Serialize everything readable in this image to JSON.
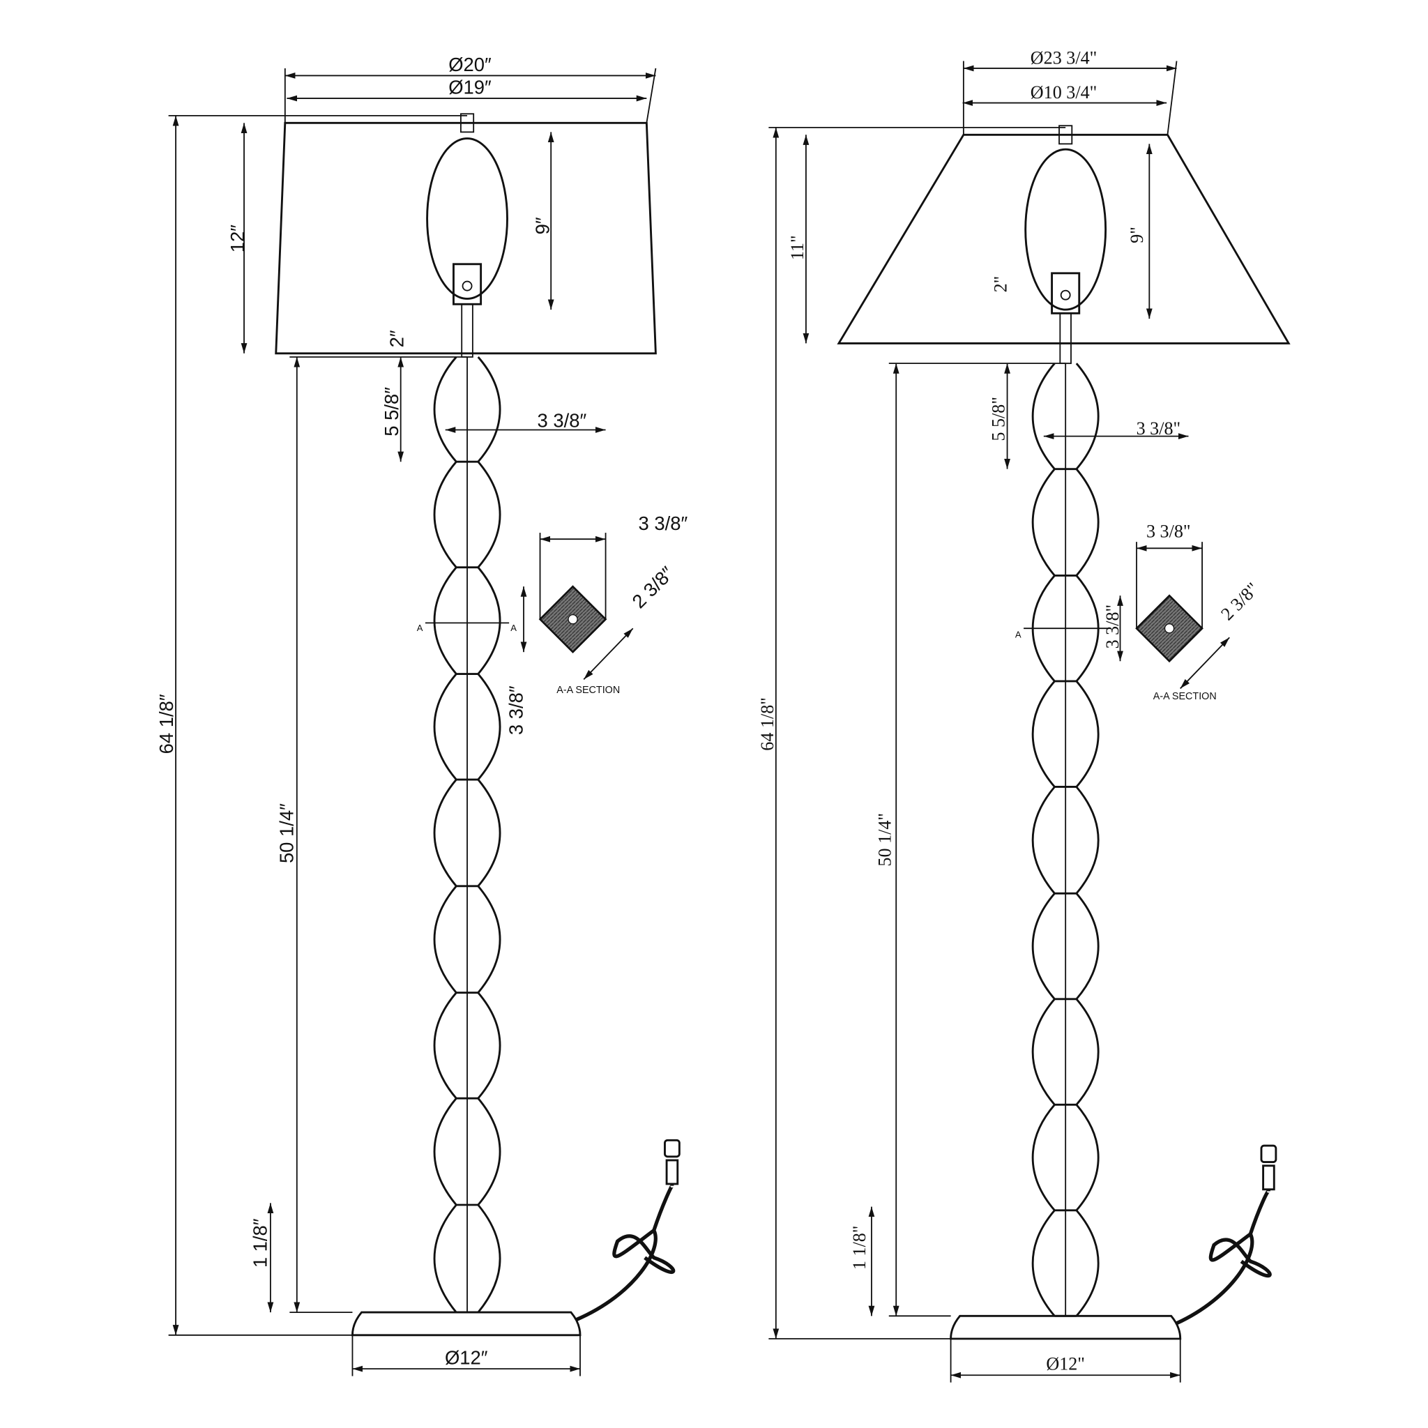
{
  "left": {
    "shade_top_dia": "Ø20″",
    "shade_bottom_dia": "Ø19″",
    "overall_height": "64 1/8″",
    "shade_height": "12″",
    "harp_height": "9″",
    "socket_offset": "2″",
    "base_to_shade": "50 1/4″",
    "top_bead_height": "5 5/8″",
    "bead_width": "3 3/8″",
    "base_height": "1 1/8″",
    "base_dia": "Ø12″",
    "section": {
      "width": "3 3/8″",
      "diagonal": "2 3/8″",
      "height": "3 3/8″",
      "title": "A-A  SECTION",
      "marker": "A"
    }
  },
  "right": {
    "shade_bottom_dia": "Ø23 3/4\"",
    "shade_top_dia": "Ø10 3/4\"",
    "overall_height": "64 1/8\"",
    "shade_height": "11\"",
    "harp_height": "9\"",
    "socket_offset": "2\"",
    "base_to_shade": "50 1/4\"",
    "top_bead_height": "5 5/8\"",
    "bead_width": "3 3/8\"",
    "base_height": "1 1/8\"",
    "base_dia": "Ø12\"",
    "section": {
      "width": "3 3/8\"",
      "diagonal": "2 3/8\"",
      "height": "3 3/8\"",
      "title": "A-A  SECTION",
      "marker": "A"
    }
  }
}
